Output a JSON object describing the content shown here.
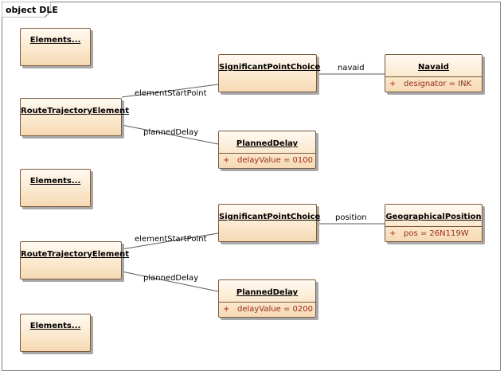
{
  "diagram": {
    "frame_label": "object DLE",
    "boxes": {
      "elements_1": {
        "title": "Elements..."
      },
      "rte_1": {
        "title": "RouteTrajectoryElement"
      },
      "spc_1": {
        "title": "SignificantPointChoice"
      },
      "navaid": {
        "title": "Navaid",
        "attr_vis": "+",
        "attr_text": "designator = INK"
      },
      "planned_delay_1": {
        "title": "PlannedDelay",
        "attr_vis": "+",
        "attr_text": "delayValue = 0100"
      },
      "elements_2": {
        "title": "Elements..."
      },
      "rte_2": {
        "title": "RouteTrajectoryElement"
      },
      "spc_2": {
        "title": "SignificantPointChoice"
      },
      "geo_pos": {
        "title": "GeographicalPosition",
        "attr_vis": "+",
        "attr_text": "pos = 26N119W"
      },
      "planned_delay_2": {
        "title": "PlannedDelay",
        "attr_vis": "+",
        "attr_text": "delayValue = 0200"
      },
      "elements_3": {
        "title": "Elements..."
      }
    },
    "connector_labels": {
      "esp_1": "elementStartPoint",
      "pd_1": "plannedDelay",
      "navaid_link": "navaid",
      "esp_2": "elementStartPoint",
      "pd_2": "plannedDelay",
      "position_link": "position"
    },
    "colors": {
      "box_border": "#7a5b3e",
      "box_fill_top": "#fffaf2",
      "box_fill_bottom": "#f6d9b3",
      "attribute_text": "#9b2c1a",
      "connector": "#5a5a5a"
    }
  }
}
